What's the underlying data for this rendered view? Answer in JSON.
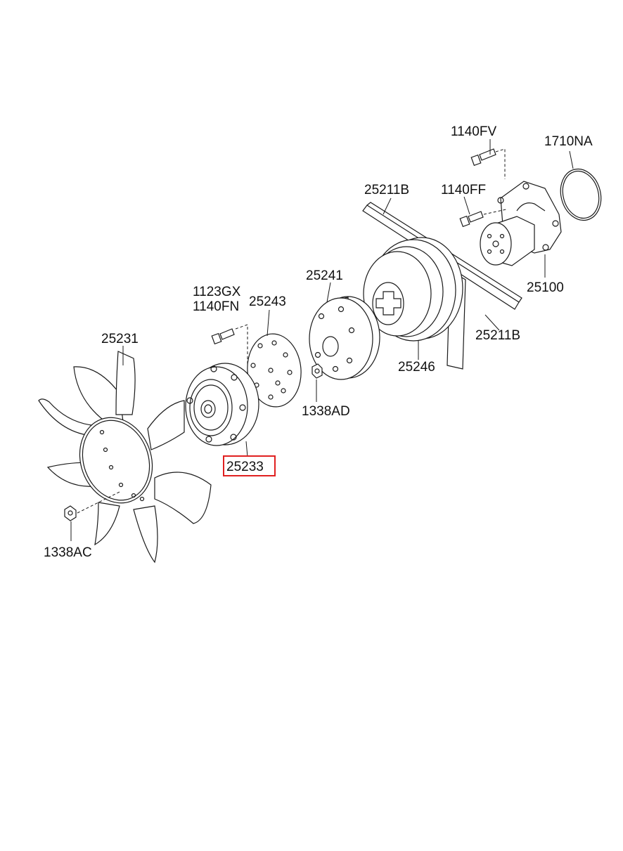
{
  "diagram": {
    "labels": {
      "p1140FV": "1140FV",
      "p1710NA": "1710NA",
      "p25211B_top": "25211B",
      "p1140FF": "1140FF",
      "p25100": "25100",
      "p25241": "25241",
      "p1123GX": "1123GX",
      "p1140FN": "1140FN",
      "p25243": "25243",
      "p25231": "25231",
      "p25211B_right": "25211B",
      "p25246": "25246",
      "p1338AD": "1338AD",
      "p25233": "25233",
      "p1338AC": "1338AC"
    },
    "highlighted_part": "25233",
    "highlight_color": "#e02020"
  }
}
